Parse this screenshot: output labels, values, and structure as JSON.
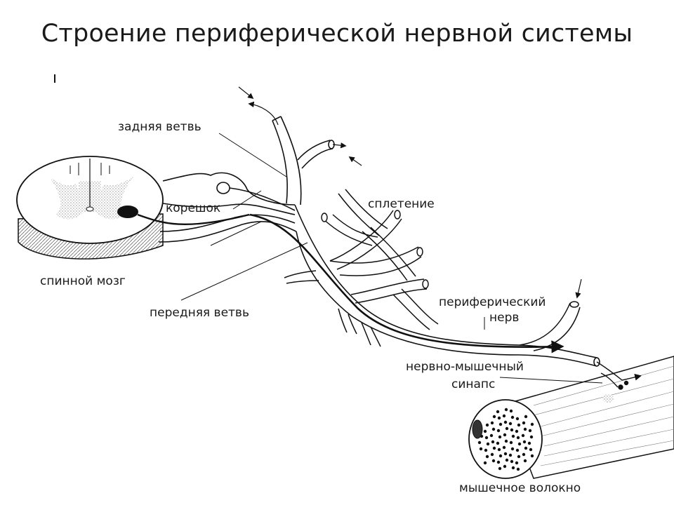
{
  "title": "Строение периферической нервной системы",
  "labels": {
    "posterior_branch": "задняя ветвь",
    "root": "корешок",
    "plexus": "сплетение",
    "spinal_cord": "спинной мозг",
    "anterior_branch": "передняя ветвь",
    "peripheral_nerve_1": "периферический",
    "peripheral_nerve_2": "нерв",
    "synapse_1": "нервно-мышечный",
    "synapse_2": "синапс",
    "muscle_fiber": "мышечное волокно"
  }
}
